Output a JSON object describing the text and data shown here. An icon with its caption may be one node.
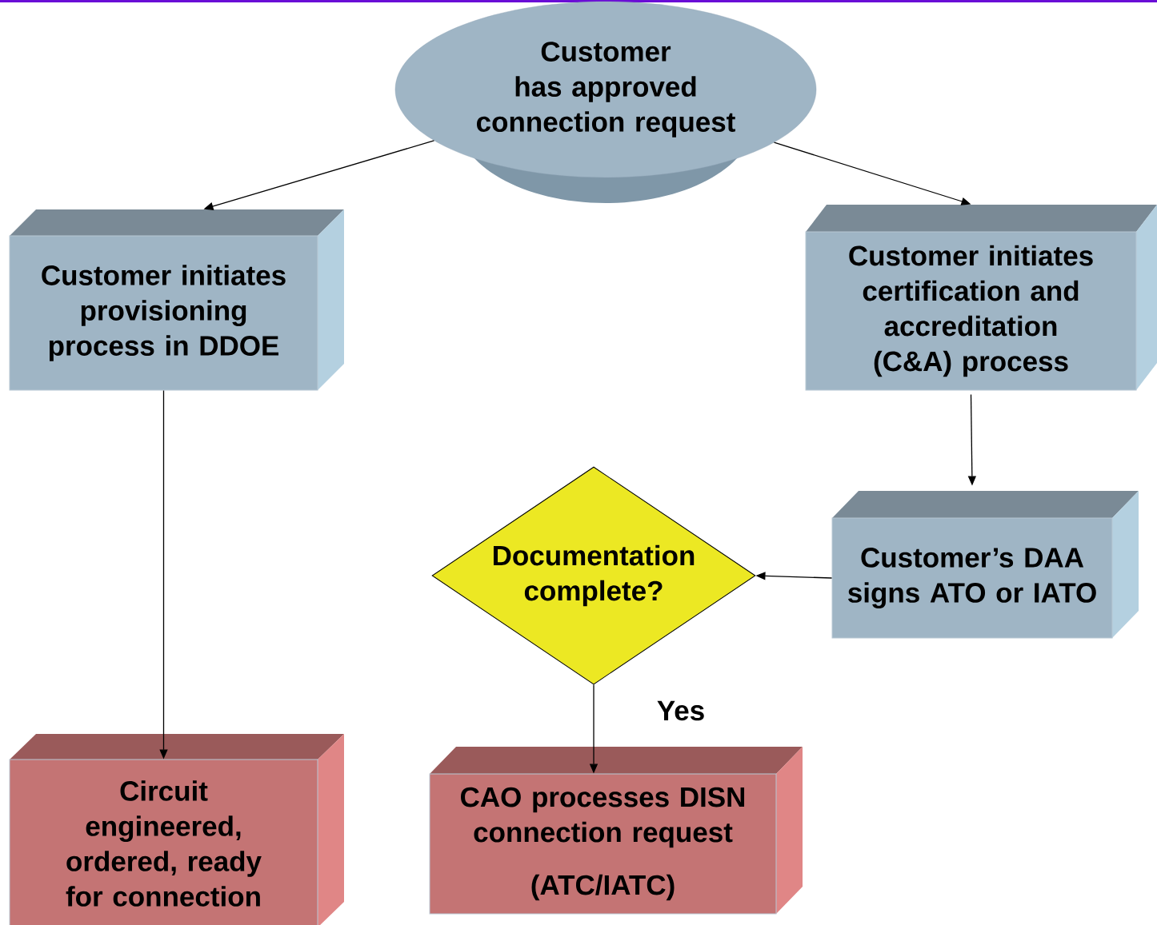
{
  "diagram": {
    "nodes": [
      {
        "text": [
          "Customer has approved connection request"
        ]
      },
      {
        "text": [
          "Customer initiates provisioning process in DDOE"
        ]
      },
      {
        "text": [
          "Customer initiates certification and accreditation (C&A) process"
        ]
      },
      {
        "text": [
          "Customer’s DAA signs ATO or IATO"
        ]
      },
      {
        "text": [
          "Documentation complete?"
        ]
      },
      {
        "text": [
          "Circuit engineered, ordered, ready for connection"
        ]
      },
      {
        "text": [
          "CAO processes DISN connection request",
          "(ATC/IATC)"
        ]
      }
    ],
    "edges": [
      {
        "from": 0,
        "to": 1,
        "arrow": "to"
      },
      {
        "from": 0,
        "to": 2,
        "arrow": "to"
      },
      {
        "from": 1,
        "to": 5,
        "arrow": "to"
      },
      {
        "from": 2,
        "to": 3,
        "arrow": "to"
      },
      {
        "from": 3,
        "to": 4,
        "arrow": "to"
      },
      {
        "from": 4,
        "to": 6,
        "arrow": "to",
        "label": "Yes"
      }
    ]
  }
}
